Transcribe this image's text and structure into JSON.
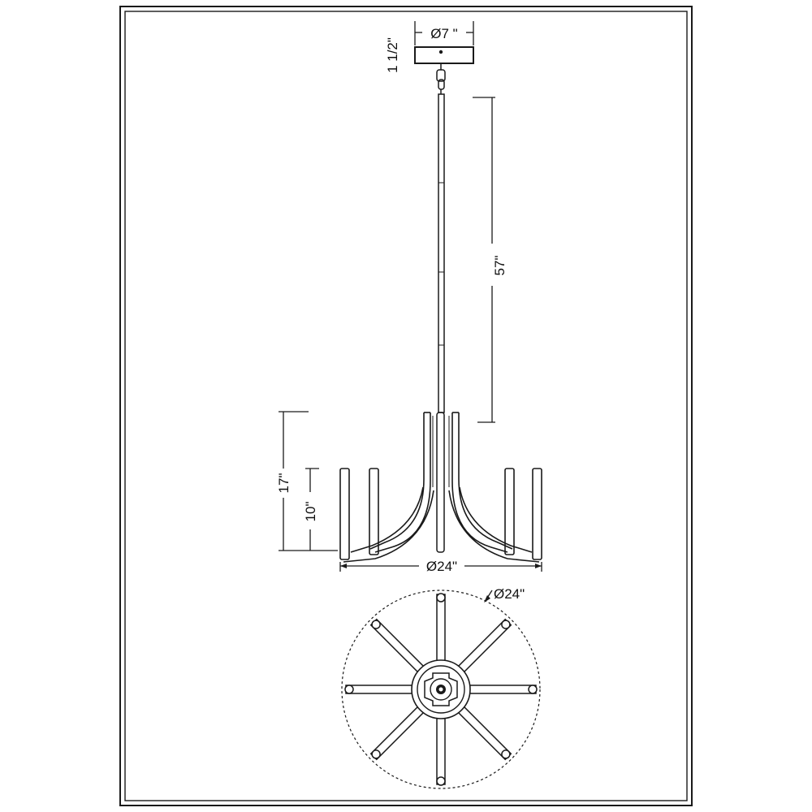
{
  "drawing": {
    "canopy_diameter": "Ø7 \"",
    "canopy_height": "1 1/2\"",
    "drop_length": "57\"",
    "overall_height": "17\"",
    "fixture_height": "10\"",
    "side_diameter": "Ø24\"",
    "plan_diameter": "Ø24\""
  },
  "colors": {
    "line": "#1a1a1a",
    "background": "#ffffff"
  }
}
